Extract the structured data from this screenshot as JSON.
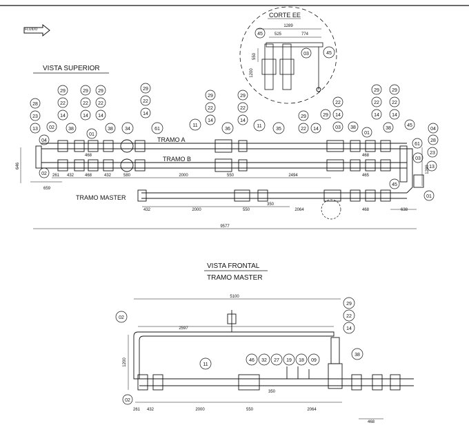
{
  "labels": {
    "fluid": "FLUIDO",
    "top_view": "VISTA SUPERIOR",
    "section": "CORTE EE",
    "tramo_a": "TRAMO A",
    "tramo_b": "TRAMO B",
    "tramo_master": "TRAMO MASTER",
    "front_view": "VISTA FRONTAL",
    "front_sub": "TRAMO MASTER"
  },
  "top_dims": {
    "d646": "646",
    "d659": "659",
    "d261": "261",
    "d432a": "432",
    "d468a": "468",
    "d432b": "432",
    "d580": "580",
    "d468top": "468",
    "d2000": "2000",
    "d550": "550",
    "d2494": "2494",
    "d465": "465",
    "d468r": "468",
    "d1289": "1289",
    "m432": "432",
    "m2000": "2000",
    "m550": "550",
    "m350": "350",
    "m2064": "2064",
    "m468": "468",
    "m638": "638",
    "total": "9577"
  },
  "section_dims": {
    "w1289": "1289",
    "d525": "525",
    "d774": "774",
    "d550": "550",
    "d1200": "1200"
  },
  "front_dims": {
    "d5100": "5100",
    "d2597": "2597",
    "d1200": "1200",
    "d261": "261",
    "d432": "432",
    "d2000": "2000",
    "d550": "550",
    "d350": "350",
    "d2064": "2064",
    "d468": "468"
  },
  "balloons": {
    "left_col": [
      "28",
      "23",
      "13",
      "02",
      "04"
    ],
    "left_b": "02",
    "a_row1": [
      "29",
      "22",
      "14",
      "38"
    ],
    "a_row2": [
      "29",
      "22",
      "14",
      "01"
    ],
    "a_row3": [
      "29",
      "22",
      "14",
      "38"
    ],
    "b34": "34",
    "b61": "61",
    "b29_22_14": [
      "29",
      "22",
      "14"
    ],
    "b11": "11",
    "b36": "36",
    "mid_stack": [
      "29",
      "22",
      "14"
    ],
    "b11b": "11",
    "b35": "35",
    "b29b": "29",
    "b22b": "22",
    "b14b": "14",
    "b29c": "29",
    "b22c": "22",
    "b14c": "14",
    "b03": "03",
    "b38r": "38",
    "b01r": "01",
    "r_stack1": [
      "29",
      "22",
      "14"
    ],
    "r_stack2": [
      "29",
      "22",
      "14"
    ],
    "b38rr": "38",
    "b45": "45",
    "b04r": "04",
    "b28r": "28",
    "b23r": "23",
    "b13r": "13",
    "b03r": "03",
    "b61r": "61",
    "b01rr": "01",
    "b45r": "45",
    "sec_45a": "45",
    "sec_03": "03",
    "sec_45b": "45",
    "f02a": "02",
    "f02b": "02",
    "f11": "11",
    "f_row": [
      "46",
      "32",
      "27",
      "19",
      "18",
      "09"
    ],
    "f29": "29",
    "f22": "22",
    "f14": "14",
    "f38": "38"
  }
}
